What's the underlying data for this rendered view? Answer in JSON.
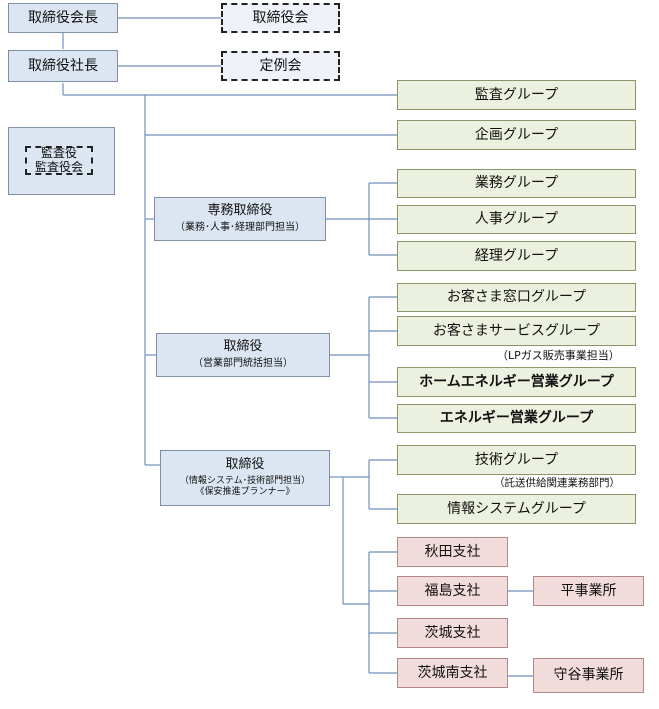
{
  "top": {
    "chairman": "取締役会長",
    "president": "取締役社長",
    "board": "取締役会",
    "regular_meeting": "定例会"
  },
  "audit": {
    "line1": "監査役",
    "line2": "監査役会"
  },
  "groups": {
    "audit_group": "監査グループ",
    "planning_group": "企画グループ",
    "business_group": "業務グループ",
    "hr_group": "人事グループ",
    "accounting_group": "経理グループ",
    "customer_window_group": "お客さま窓口グループ",
    "customer_service_group": "お客さまサービスグループ",
    "customer_service_note": "（LPガス販売事業担当）",
    "home_energy_group": "ホームエネルギー営業グループ",
    "energy_sales_group": "エネルギー営業グループ",
    "technology_group": "技術グループ",
    "technology_note": "（託送供給関連業務部門）",
    "info_system_group": "情報システムグループ"
  },
  "officers": {
    "senior": {
      "title": "専務取締役",
      "sub": "（業務･人事･経理部門担当）"
    },
    "sales": {
      "title": "取締役",
      "sub": "（営業部門統括担当）"
    },
    "tech": {
      "title": "取締役",
      "sub": "（情報システム･技術部門担当）",
      "sub2": "《保安推進プランナー》"
    }
  },
  "branches": {
    "akita": "秋田支社",
    "fukushima": "福島支社",
    "ibaraki": "茨城支社",
    "ibaraki_south": "茨城南支社"
  },
  "offices": {
    "taira": "平事業所",
    "moriya": "守谷事業所"
  },
  "colors": {
    "executive_fill": "#dce6f2",
    "group_fill": "#ebf1de",
    "branch_fill": "#f2dcdb",
    "connector": "#6f8fbf"
  }
}
